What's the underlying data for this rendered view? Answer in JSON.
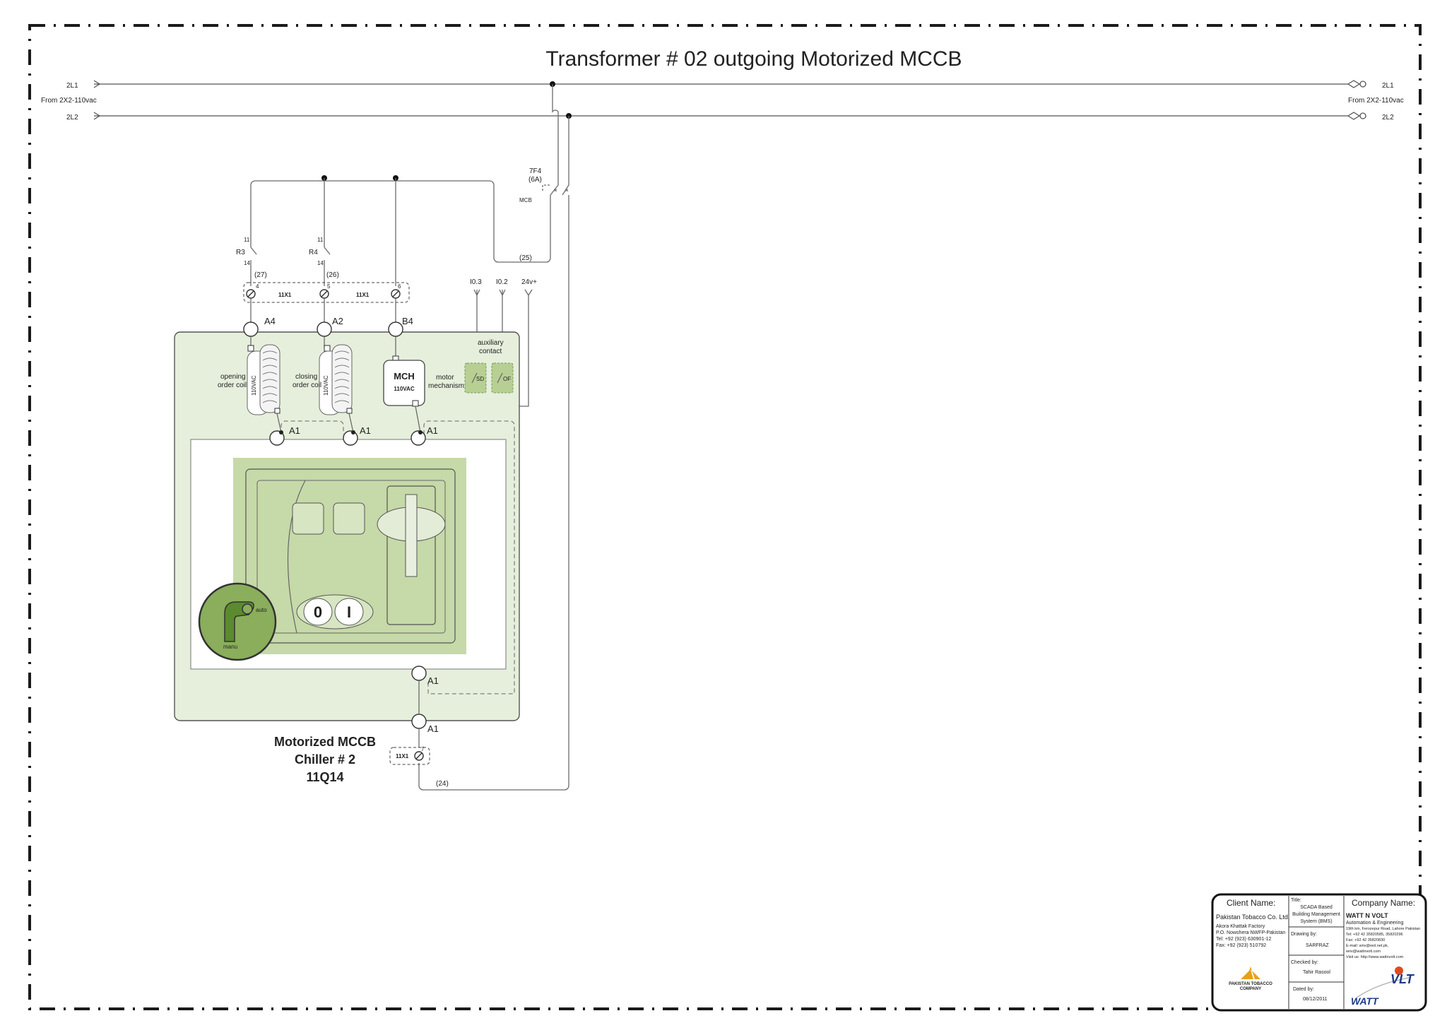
{
  "diagram": {
    "title": "Transformer # 02 outgoing Motorized MCCB",
    "supply": {
      "line1": "2L1",
      "line2": "2L2",
      "source": "From 2X2-110vac"
    },
    "mcb": {
      "tag": "7F4",
      "rating": "(6A)",
      "type": "MCB"
    },
    "relays": [
      {
        "tag": "R3",
        "pin_top": "11",
        "pin_bottom": "14",
        "wire": "(27)"
      },
      {
        "tag": "R4",
        "pin_top": "11",
        "pin_bottom": "14",
        "wire": "(26)"
      }
    ],
    "wire_25": "(25)",
    "wire_24": "(24)",
    "terminal_strip": {
      "label_a": "11X1",
      "label_b": "11X1",
      "pins": [
        "4",
        "5",
        "6"
      ],
      "bottom_label": "11X1",
      "bottom_pin": "7"
    },
    "plc_io": [
      "I0.3",
      "I0.2",
      "24v+"
    ],
    "terminals": {
      "a4": "A4",
      "a2": "A2",
      "b4": "B4",
      "a1": "A1"
    },
    "coils": [
      {
        "label_line1": "opening",
        "label_line2": "order coil",
        "voltage": "110VAC"
      },
      {
        "label_line1": "closing",
        "label_line2": "order coil",
        "voltage": "110VAC"
      }
    ],
    "mch": {
      "tag": "MCH",
      "voltage": "110VAC",
      "label_line1": "motor",
      "label_line2": "mechanism"
    },
    "aux": {
      "label_line1": "auxiliary",
      "label_line2": "contact",
      "sd": "SD",
      "of": "OF"
    },
    "breaker": {
      "btn_off": "0",
      "btn_on": "I",
      "mode_auto": "auto",
      "mode_manu": "manu",
      "name_line1": "Motorized MCCB",
      "name_line2": "Chiller # 2",
      "name_line3": "11Q14"
    },
    "colors": {
      "panel_green": "#e6efdc",
      "face_green": "#c6d9a8",
      "dial_green": "#8aae5b",
      "knob_green": "#6a9a3a"
    }
  },
  "title_block": {
    "client_header": "Client Name:",
    "client_name": "Pakistan Tobacco Co. Ltd.",
    "client_address": [
      "Akora Khattak Factory",
      "P.O. Nowshera NWFP-Pakistan",
      "Tel:  +92 (923) 630901-12",
      "Fax: +92 (923) 510792"
    ],
    "client_logo_line1": "Pakistan Tobacco",
    "client_logo_line2": "Company",
    "title_header": "Title:",
    "title_lines": [
      "SCADA Based",
      "Building Management",
      "System (BMS)"
    ],
    "drawing_by_header": "Drawing by:",
    "drawing_by": "SARFRAZ",
    "checked_by_header": "Checked by:",
    "checked_by": "Tahir Rasool",
    "dated_header": "Dated by:",
    "dated": "08/12/2011",
    "company_header": "Company Name:",
    "company_name": "WATT N VOLT",
    "company_sub": "Automation & Engineering",
    "company_address": [
      "19th km, Ferozepur Road, Lahore Pakistan",
      "Tel:  +92 42 35820585, 35820296",
      "Fax: +92 42  35820830",
      "E-mail: wnv@wol.net.pk,",
      "wnv@wattnvolt.com",
      "Visit us: http://www.wattnvolt.com"
    ],
    "logo_text_a": "WATT",
    "logo_text_b": "VLT"
  }
}
